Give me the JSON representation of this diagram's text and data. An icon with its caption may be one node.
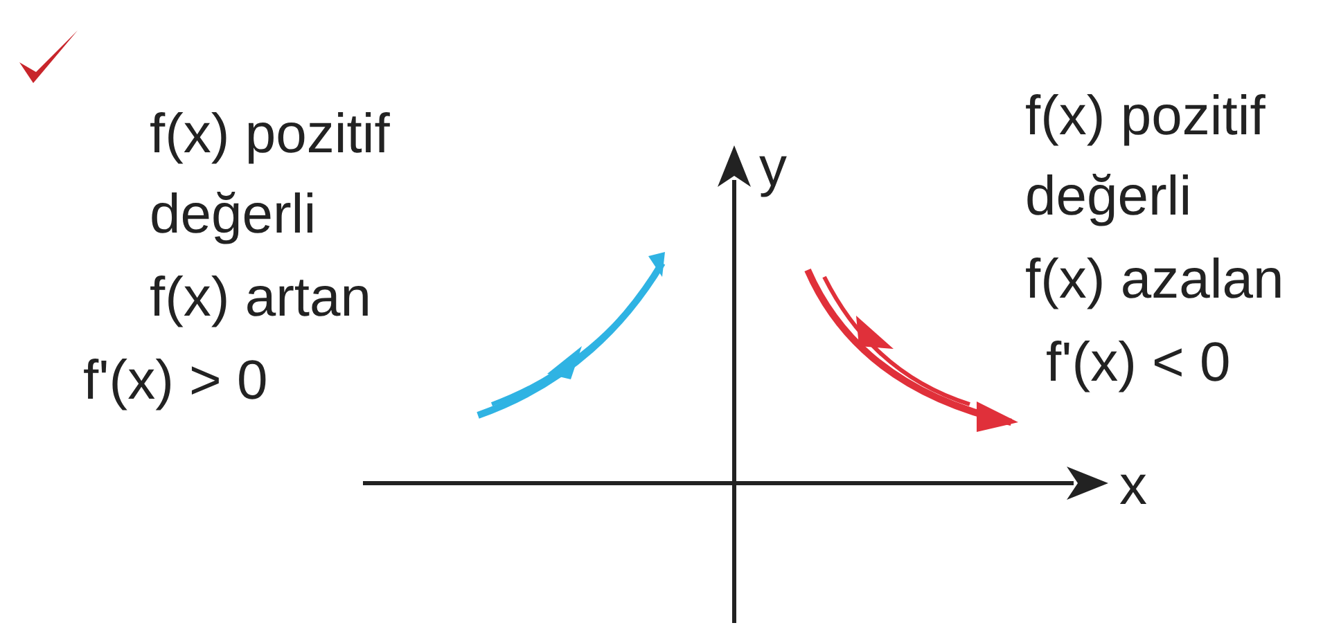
{
  "diagram": {
    "labels": [
      "f(x) pozitif değerli",
      "f(x) artan",
      "f'(x) > 0",
      "y",
      "f(x) pozitif değerli",
      "f(x) azalan",
      "f'(x) < 0",
      "x"
    ]
  }
}
